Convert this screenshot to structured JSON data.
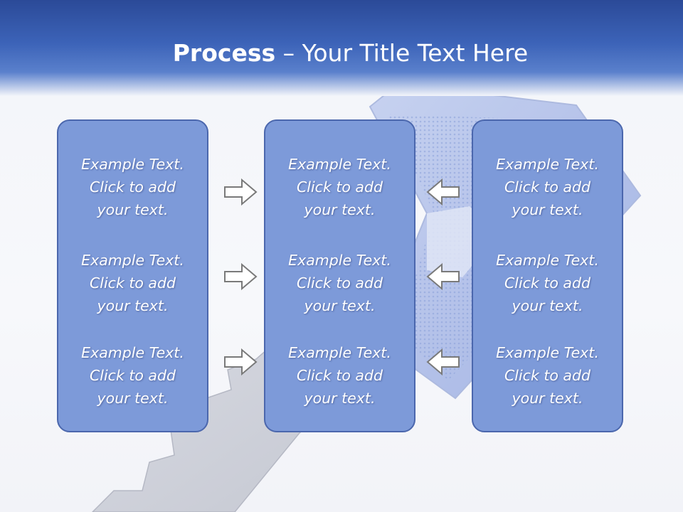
{
  "slide": {
    "title_bold": "Process",
    "title_rest": " – Your Title Text Here"
  },
  "columns": [
    {
      "items": [
        {
          "line1": "Example Text.",
          "line2": "Click  to add",
          "line3": "your text."
        },
        {
          "line1": "Example Text.",
          "line2": "Click  to add",
          "line3": "your text."
        },
        {
          "line1": "Example Text.",
          "line2": "Click  to add",
          "line3": "your text."
        }
      ]
    },
    {
      "items": [
        {
          "line1": "Example Text.",
          "line2": "Click  to add",
          "line3": "your text."
        },
        {
          "line1": "Example Text.",
          "line2": "Click  to add",
          "line3": "your text."
        },
        {
          "line1": "Example Text.",
          "line2": "Click  to add",
          "line3": "your text."
        }
      ]
    },
    {
      "items": [
        {
          "line1": "Example Text.",
          "line2": "Click  to add",
          "line3": "your text."
        },
        {
          "line1": "Example Text.",
          "line2": "Click  to add",
          "line3": "your text."
        },
        {
          "line1": "Example Text.",
          "line2": "Click  to add",
          "line3": "your text."
        }
      ]
    }
  ],
  "arrows": {
    "left_group": [
      "arrow-right-icon",
      "arrow-right-icon",
      "arrow-right-icon"
    ],
    "right_group": [
      "arrow-left-icon",
      "arrow-left-icon",
      "arrow-left-icon"
    ]
  },
  "colors": {
    "header": "#3c63b8",
    "box_fill": "#7d9ad9",
    "box_border": "#4b67ad",
    "text": "#ffffff",
    "arrow_stroke": "#7a7a7a"
  }
}
